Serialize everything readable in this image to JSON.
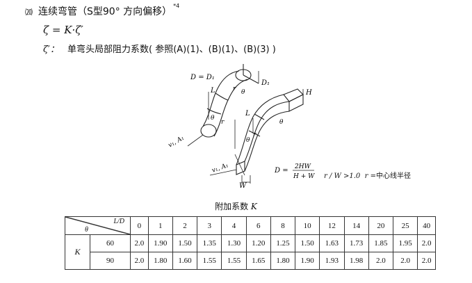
{
  "heading": {
    "number": "⒇",
    "title": "连续弯管（S型90° 方向偏移）",
    "superscript": "*4"
  },
  "formula": "ζ = K·ζ′",
  "definition": {
    "symbol": "ζ′：",
    "text": "单弯头局部阻力系数( 参照(A)(1)、(B)(1)、(B)(3) )"
  },
  "figure": {
    "label_d": "D = D₁",
    "label_d1": "D₁",
    "label_h": "H",
    "label_l": "L",
    "label_theta": "θ",
    "label_r": "r",
    "label_v1a1": "v₁, A₁",
    "label_w": "W",
    "formula_left": "D =",
    "formula_num": "2HW",
    "formula_den": "H + W",
    "note_cond": "r / W >1.0",
    "note_r": "r =",
    "note_r_text": "中心线半径"
  },
  "table": {
    "caption_text": "附加系数 ",
    "caption_symbol": "K",
    "header_ld": "L/D",
    "header_theta": "θ",
    "row_label": "K",
    "columns": [
      "0",
      "1",
      "2",
      "3",
      "4",
      "6",
      "8",
      "10",
      "12",
      "14",
      "20",
      "25",
      "40"
    ],
    "rows": [
      {
        "theta": "60",
        "values": [
          "2.0",
          "1.90",
          "1.50",
          "1.35",
          "1.30",
          "1.20",
          "1.25",
          "1.50",
          "1.63",
          "1.73",
          "1.85",
          "1.95",
          "2.0"
        ]
      },
      {
        "theta": "90",
        "values": [
          "2.0",
          "1.80",
          "1.60",
          "1.55",
          "1.55",
          "1.65",
          "1.80",
          "1.90",
          "1.93",
          "1.98",
          "2.0",
          "2.0",
          "2.0"
        ]
      }
    ]
  }
}
